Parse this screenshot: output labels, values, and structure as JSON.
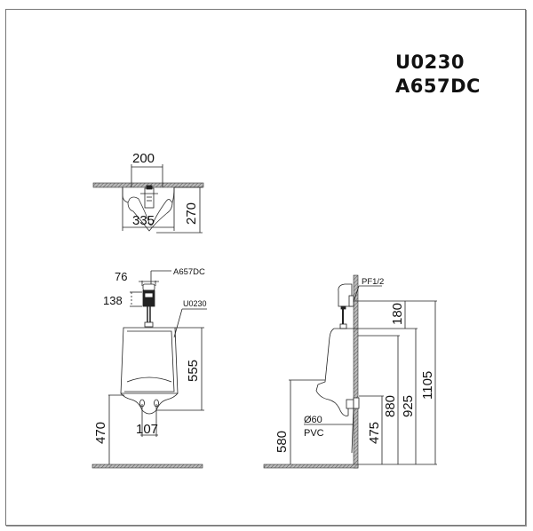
{
  "titles": {
    "model_urinal": "U0230",
    "model_flush_valve": "A657DC"
  },
  "top_view": {
    "dim_width_centers": "200",
    "dim_depth": "270",
    "dim_width": "335"
  },
  "front_view": {
    "dim_valve_width": "76",
    "dim_valve_height": "138",
    "label_valve": "A657DC",
    "label_urinal": "U0230",
    "dim_urinal_height": "555",
    "dim_outlet_width": "107",
    "dim_rim_height": "470"
  },
  "side_view": {
    "label_connection": "PF1/2",
    "dim_valve_to_top": "180",
    "dim_top_of_urinal": "925",
    "dim_valve_height": "1105",
    "dim_outlet_center": "880",
    "dim_drain_height": "475",
    "dim_rim_height": "580",
    "label_pipe_dia": "Ø60",
    "label_pipe_material": "PVC"
  }
}
